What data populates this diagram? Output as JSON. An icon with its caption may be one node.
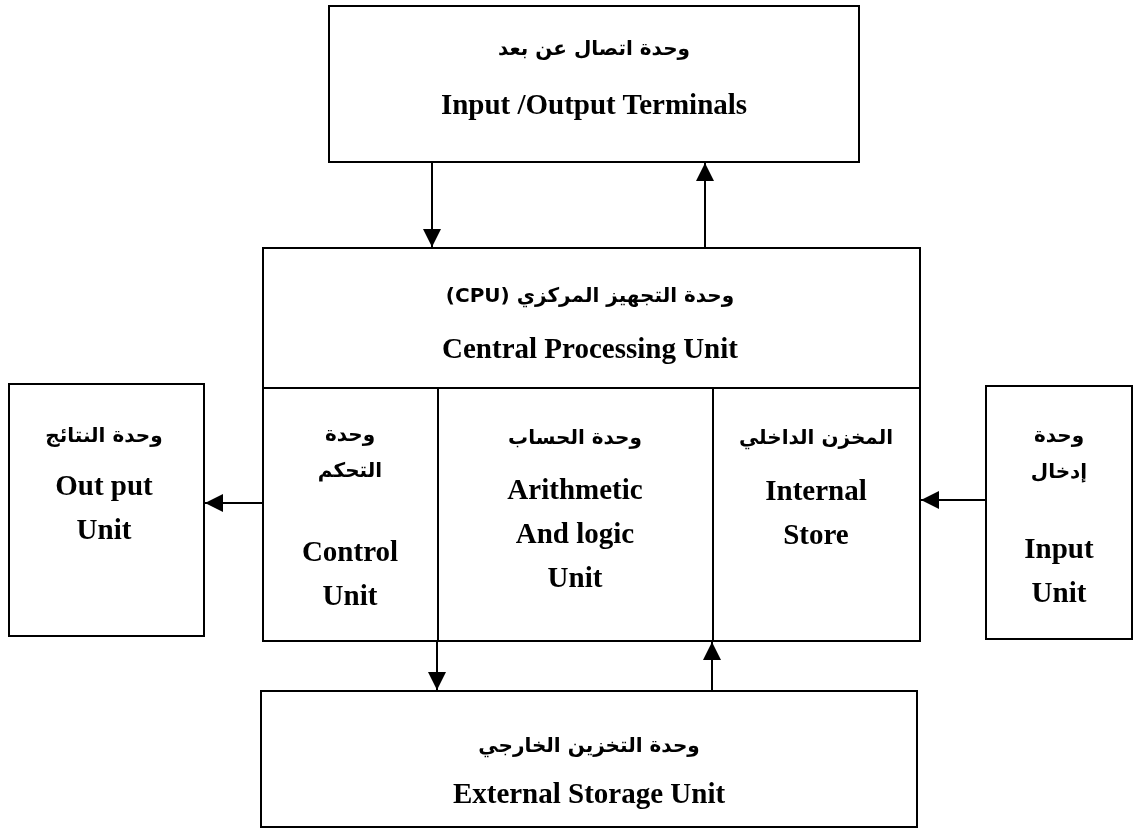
{
  "diagram": {
    "nodes": [
      {
        "text": [
          "وحدة اتصال عن بعد",
          "Input /Output Terminals"
        ]
      },
      {
        "text": [
          "وحدة التجهيز المركزي (CPU)",
          "Central Processing Unit"
        ]
      },
      {
        "text": [
          "وحدة التحكم",
          "Control Unit"
        ],
        "in": 1
      },
      {
        "text": [
          "وحدة الحساب",
          "Arithmetic And logic Unit"
        ],
        "in": 1
      },
      {
        "text": [
          "المخزن الداخلي",
          "Internal Store"
        ],
        "in": 1
      },
      {
        "text": [
          "وحدة النتائج",
          "Out put Unit"
        ]
      },
      {
        "text": [
          "وحدة إدخال",
          "Input Unit"
        ]
      },
      {
        "text": [
          "وحدة التخزين الخارجي",
          "External Storage Unit"
        ]
      }
    ],
    "edges": [
      {
        "from": 0,
        "to": 1,
        "arrow": "to"
      },
      {
        "from": 1,
        "to": 0,
        "arrow": "to"
      },
      {
        "from": 2,
        "to": 5,
        "arrow": "to"
      },
      {
        "from": 6,
        "to": 4,
        "arrow": "to"
      },
      {
        "from": 1,
        "to": 7,
        "arrow": "to"
      },
      {
        "from": 7,
        "to": 1,
        "arrow": "to"
      }
    ]
  }
}
